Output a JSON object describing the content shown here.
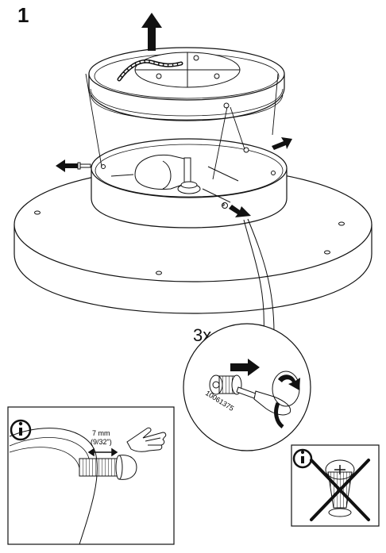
{
  "step": {
    "number": "1"
  },
  "detail": {
    "quantity": "3x",
    "part_number": "10061375"
  },
  "screw_info": {
    "length": "7 mm",
    "length_imperial": "(9/32\")"
  },
  "icons": {
    "main_arrow": "up-arrow-icon",
    "info": "info-icon",
    "forbidden": "cross-icon"
  },
  "colors": {
    "ink": "#111111",
    "paper": "#ffffff"
  }
}
